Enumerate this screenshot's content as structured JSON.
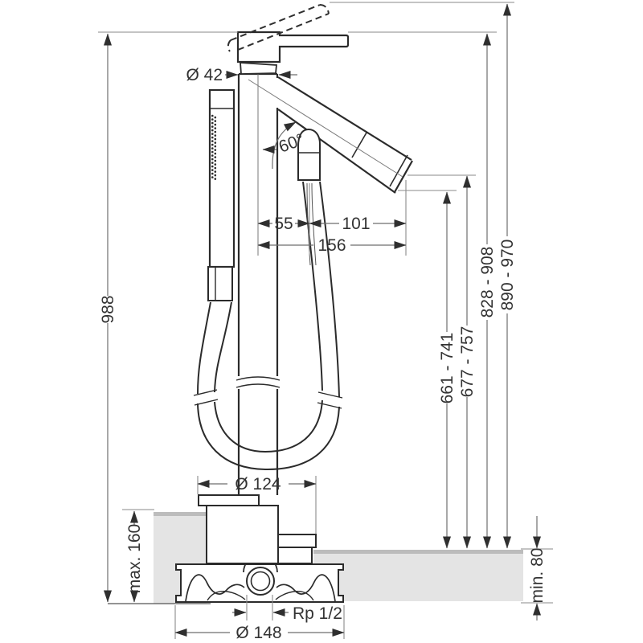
{
  "diagram": {
    "kind": "technical-installation-drawing",
    "subject": "Freestanding bath mixer with hand shower, side view with installation dimensions",
    "units": "mm",
    "dimensions": {
      "cartridge_diameter": "Ø 42",
      "spout_angle": "60°",
      "offset_spout_to_hose": "55",
      "offset_hose_to_aerator": "101",
      "offset_total_reach": "156",
      "total_height": "988",
      "range_aerator_height": "661 - 741",
      "range_spout_height": "677 - 757",
      "range_handle_height": "828 - 908",
      "range_handle_raised_height": "890 - 970",
      "floor_buildup_left": "max. 160",
      "floor_buildup_right": "min. 80",
      "escutcheon_diameter": "Ø 124",
      "connection_thread": "Rp 1/2",
      "base_body_diameter": "Ø 148"
    },
    "colors": {
      "outline": "#2b2b2b",
      "dimension_line": "#6e6e6e",
      "extension_line": "#8a8a8a",
      "arrow": "#2f2f2f",
      "floor_slab": "#e4e4e4",
      "floor_slab_edge": "#bcbcbc",
      "text": "#333333",
      "background": "#ffffff"
    }
  }
}
